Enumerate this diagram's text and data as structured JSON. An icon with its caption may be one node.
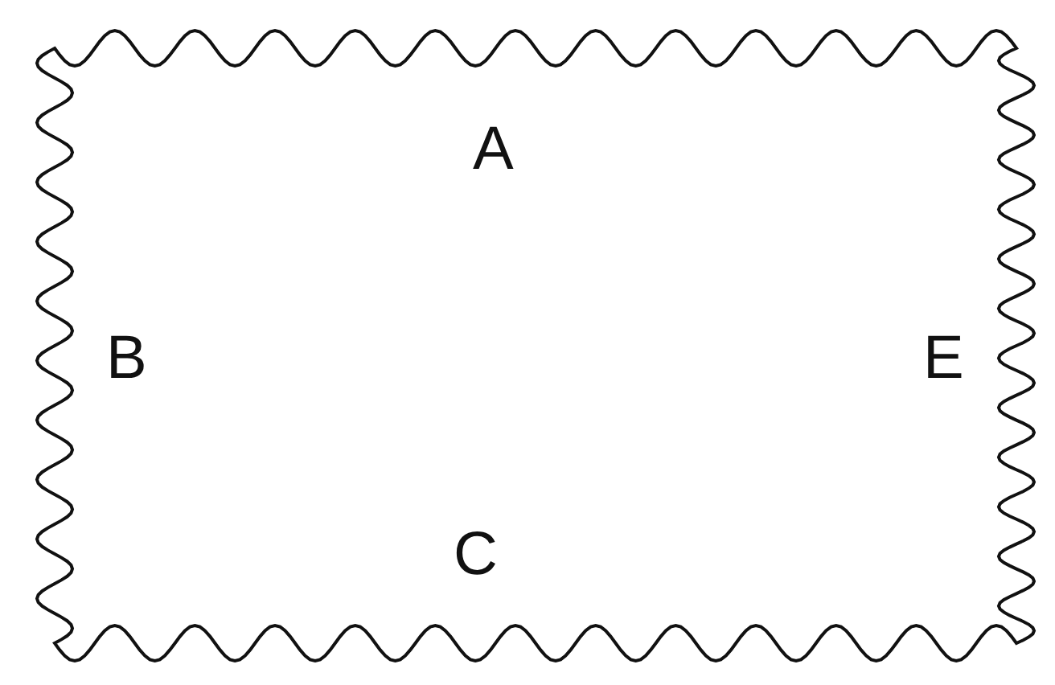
{
  "diagram": {
    "nodes": [
      {
        "text": [
          "A",
          "B",
          "E",
          "C"
        ]
      }
    ]
  }
}
